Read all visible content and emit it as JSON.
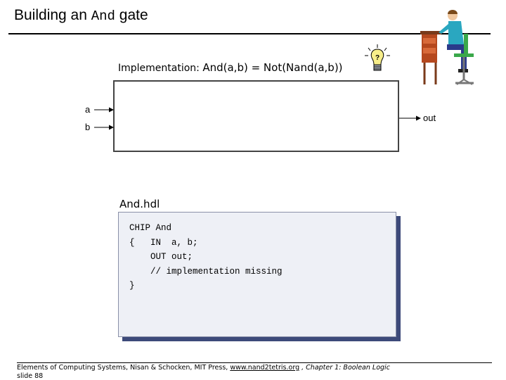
{
  "slide": {
    "title_pre": "Building an ",
    "title_code": "And",
    "title_post": " gate"
  },
  "implementation": {
    "label": "Implementation:",
    "formula": "And(a,b) = Not(Nand(a,b))"
  },
  "gate": {
    "input_a": "a",
    "input_b": "b",
    "output": "out"
  },
  "hdl": {
    "file_label": "And.hdl",
    "lines": [
      "CHIP And",
      "{   IN  a, b;",
      "    OUT out;",
      "    // implementation missing",
      "}"
    ]
  },
  "footer": {
    "credits": "Elements of Computing Systems, Nisan & Schocken, MIT Press, ",
    "link": "www.nand2tetris.org",
    "chapter": " , Chapter 1: Boolean Logic",
    "slide": "slide 88"
  },
  "colors": {
    "code_bg": "#eef0f6",
    "code_shadow": "#3d4a7a",
    "rule": "#000000"
  },
  "icons": [
    "lightbulb-icon",
    "person-at-desk-icon"
  ]
}
